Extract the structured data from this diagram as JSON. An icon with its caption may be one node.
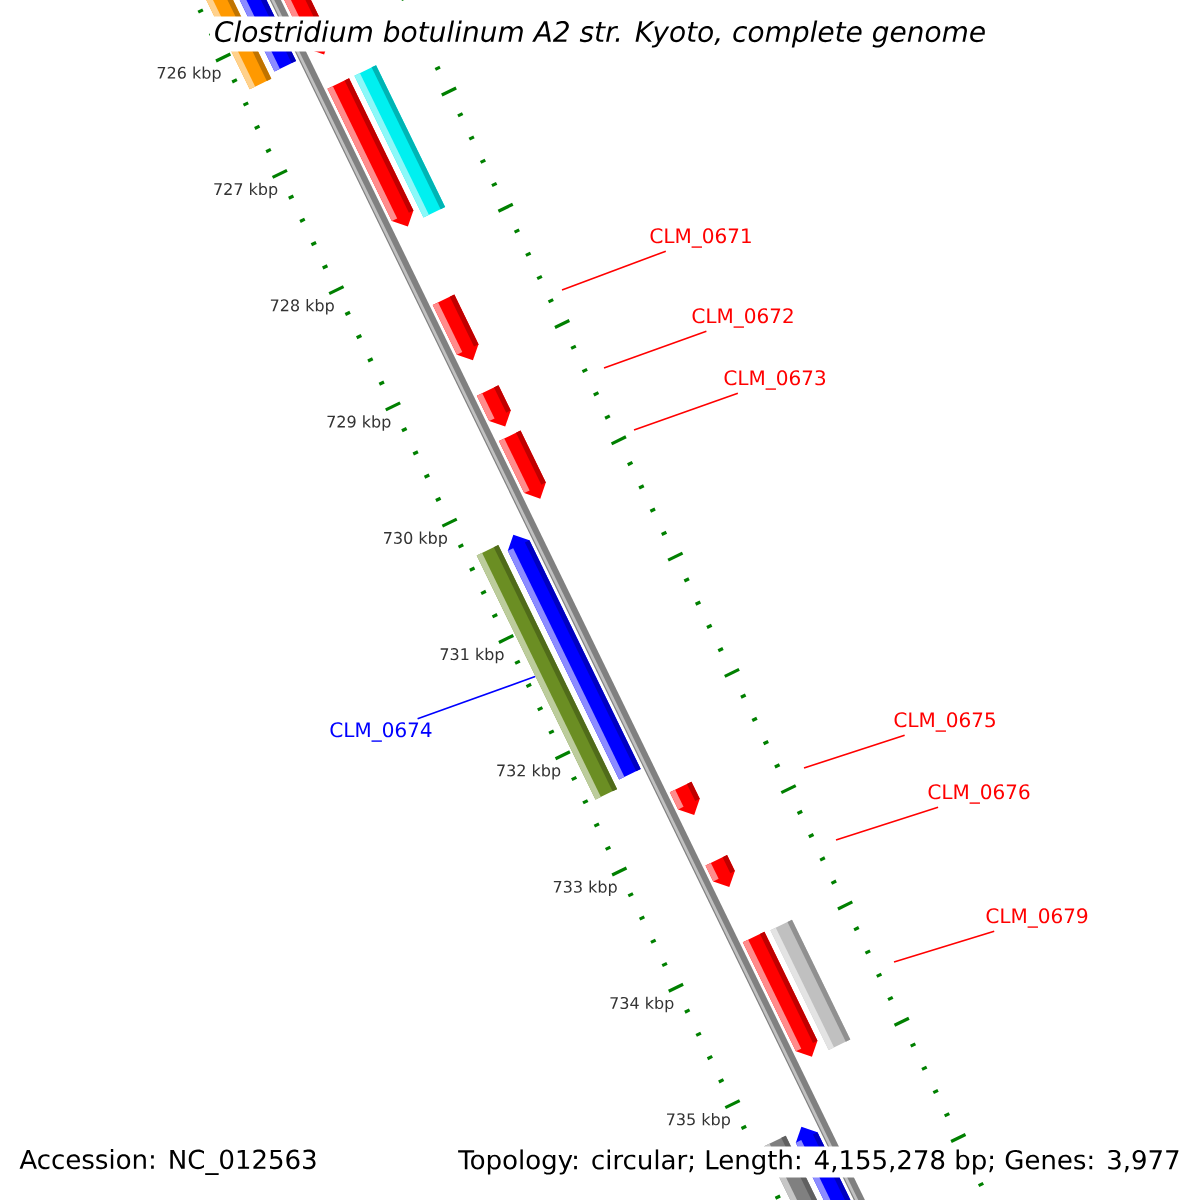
{
  "diagram": {
    "title": "Clostridium botulinum A2 str. Kyoto, complete genome",
    "nodes": [
      {
        "text": [
          "CLM_0671"
        ]
      },
      {
        "text": [
          "CLM_0672"
        ]
      },
      {
        "text": [
          "CLM_0673"
        ]
      },
      {
        "text": [
          "CLM_0674"
        ]
      },
      {
        "text": [
          "CLM_0675"
        ]
      },
      {
        "text": [
          "CLM_0676"
        ]
      },
      {
        "text": [
          "CLM_0679"
        ]
      },
      {
        "text": [],
        "shape": "bar"
      }
    ],
    "edges": [
      {
        "from": 0,
        "to": null,
        "arrow": "none"
      },
      {
        "from": 1,
        "to": null,
        "arrow": "none"
      },
      {
        "from": 2,
        "to": null,
        "arrow": "none"
      },
      {
        "from": 3,
        "to": 7,
        "arrow": "none",
        "color": "#0000ff"
      },
      {
        "from": 4,
        "to": null,
        "arrow": "none"
      },
      {
        "from": 5,
        "to": null,
        "arrow": "none"
      },
      {
        "from": 6,
        "to": null,
        "arrow": "none"
      }
    ],
    "labels": [
      "726 kbp",
      "727 kbp",
      "728 kbp",
      "729 kbp",
      "730 kbp",
      "731 kbp",
      "732 kbp",
      "733 kbp",
      "734 kbp",
      "735 kbp",
      "Accession: NC_012563",
      "Topology: circular; Length: 4,155,278 bp; Genes: 3,977"
    ]
  }
}
